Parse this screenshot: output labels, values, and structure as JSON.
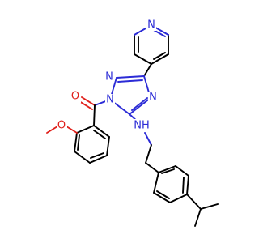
{
  "molecule": {
    "atom_labels": {
      "n_pyridine": "N",
      "n_triazole_top": "N",
      "n_triazole_n1": "N",
      "n_triazole_right": "N",
      "nh": "NH",
      "o_carbonyl": "O",
      "o_methoxy": "O"
    },
    "colors": {
      "carbon": "#000000",
      "nitrogen": "#2b2bd6",
      "oxygen": "#e0201b",
      "background": "#ffffff"
    }
  }
}
